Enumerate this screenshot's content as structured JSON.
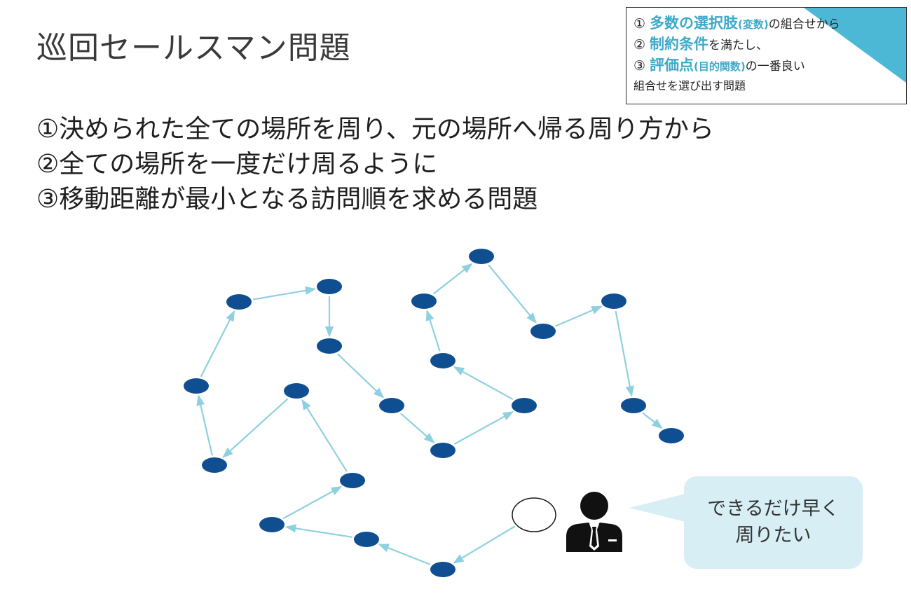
{
  "title": "巡回セールスマン問題",
  "definition": {
    "line1": {
      "num": "①",
      "hl": "多数の選択肢",
      "hl_small": "(変数)",
      "rest": "の組合せから"
    },
    "line2": {
      "num": "②",
      "hl": "制約条件",
      "rest": "を満たし、"
    },
    "line3": {
      "num": "③",
      "hl": "評価点",
      "hl_small": "(目的関数)",
      "rest": "の一番良い"
    },
    "line4": "組合せを選び出す問題"
  },
  "steps": [
    "①決められた全ての場所を周り、元の場所へ帰る周り方から",
    "②全ての場所を一度だけ周るように",
    "③移動距離が最小となる訪問順を求める問題"
  ],
  "speech_bubble": {
    "line1": "できるだけ早く",
    "line2": "周りたい"
  },
  "colors": {
    "node": "#0f4f91",
    "edge": "#8fd0e0",
    "accent": "#3fa9c9",
    "bubble": "#d6eef4"
  },
  "icons": {
    "person": "businessman-icon"
  }
}
